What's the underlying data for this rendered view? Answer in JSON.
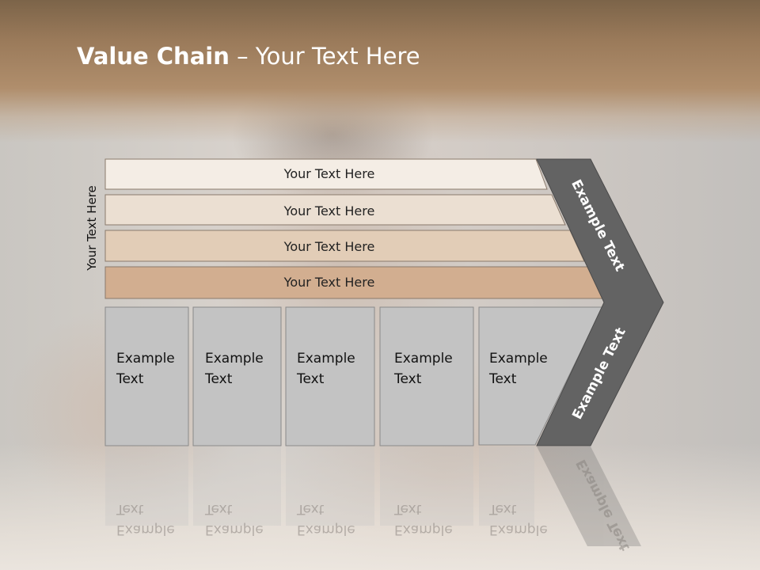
{
  "slide": {
    "title_bold": "Value Chain",
    "title_rest": " – Your Text Here",
    "vertical_label": "Your Text Here"
  },
  "rows": [
    {
      "label": "Your Text Here",
      "color": "#f4ede5"
    },
    {
      "label": "Your Text Here",
      "color": "#ebdfd2"
    },
    {
      "label": "Your Text Here",
      "color": "#e2cdb7"
    },
    {
      "label": "Your Text Here",
      "color": "#d2ae90"
    }
  ],
  "boxes": [
    {
      "label": "Example\nText"
    },
    {
      "label": "Example\nText"
    },
    {
      "label": "Example\nText"
    },
    {
      "label": "Example\nText"
    },
    {
      "label": "Example\nText"
    }
  ],
  "chevron": {
    "upper_label": "Example Text",
    "lower_label": "Example Text",
    "color": "#636363"
  },
  "colors": {
    "box_fill": "#c3c3c3",
    "title_band": "#a98866"
  }
}
